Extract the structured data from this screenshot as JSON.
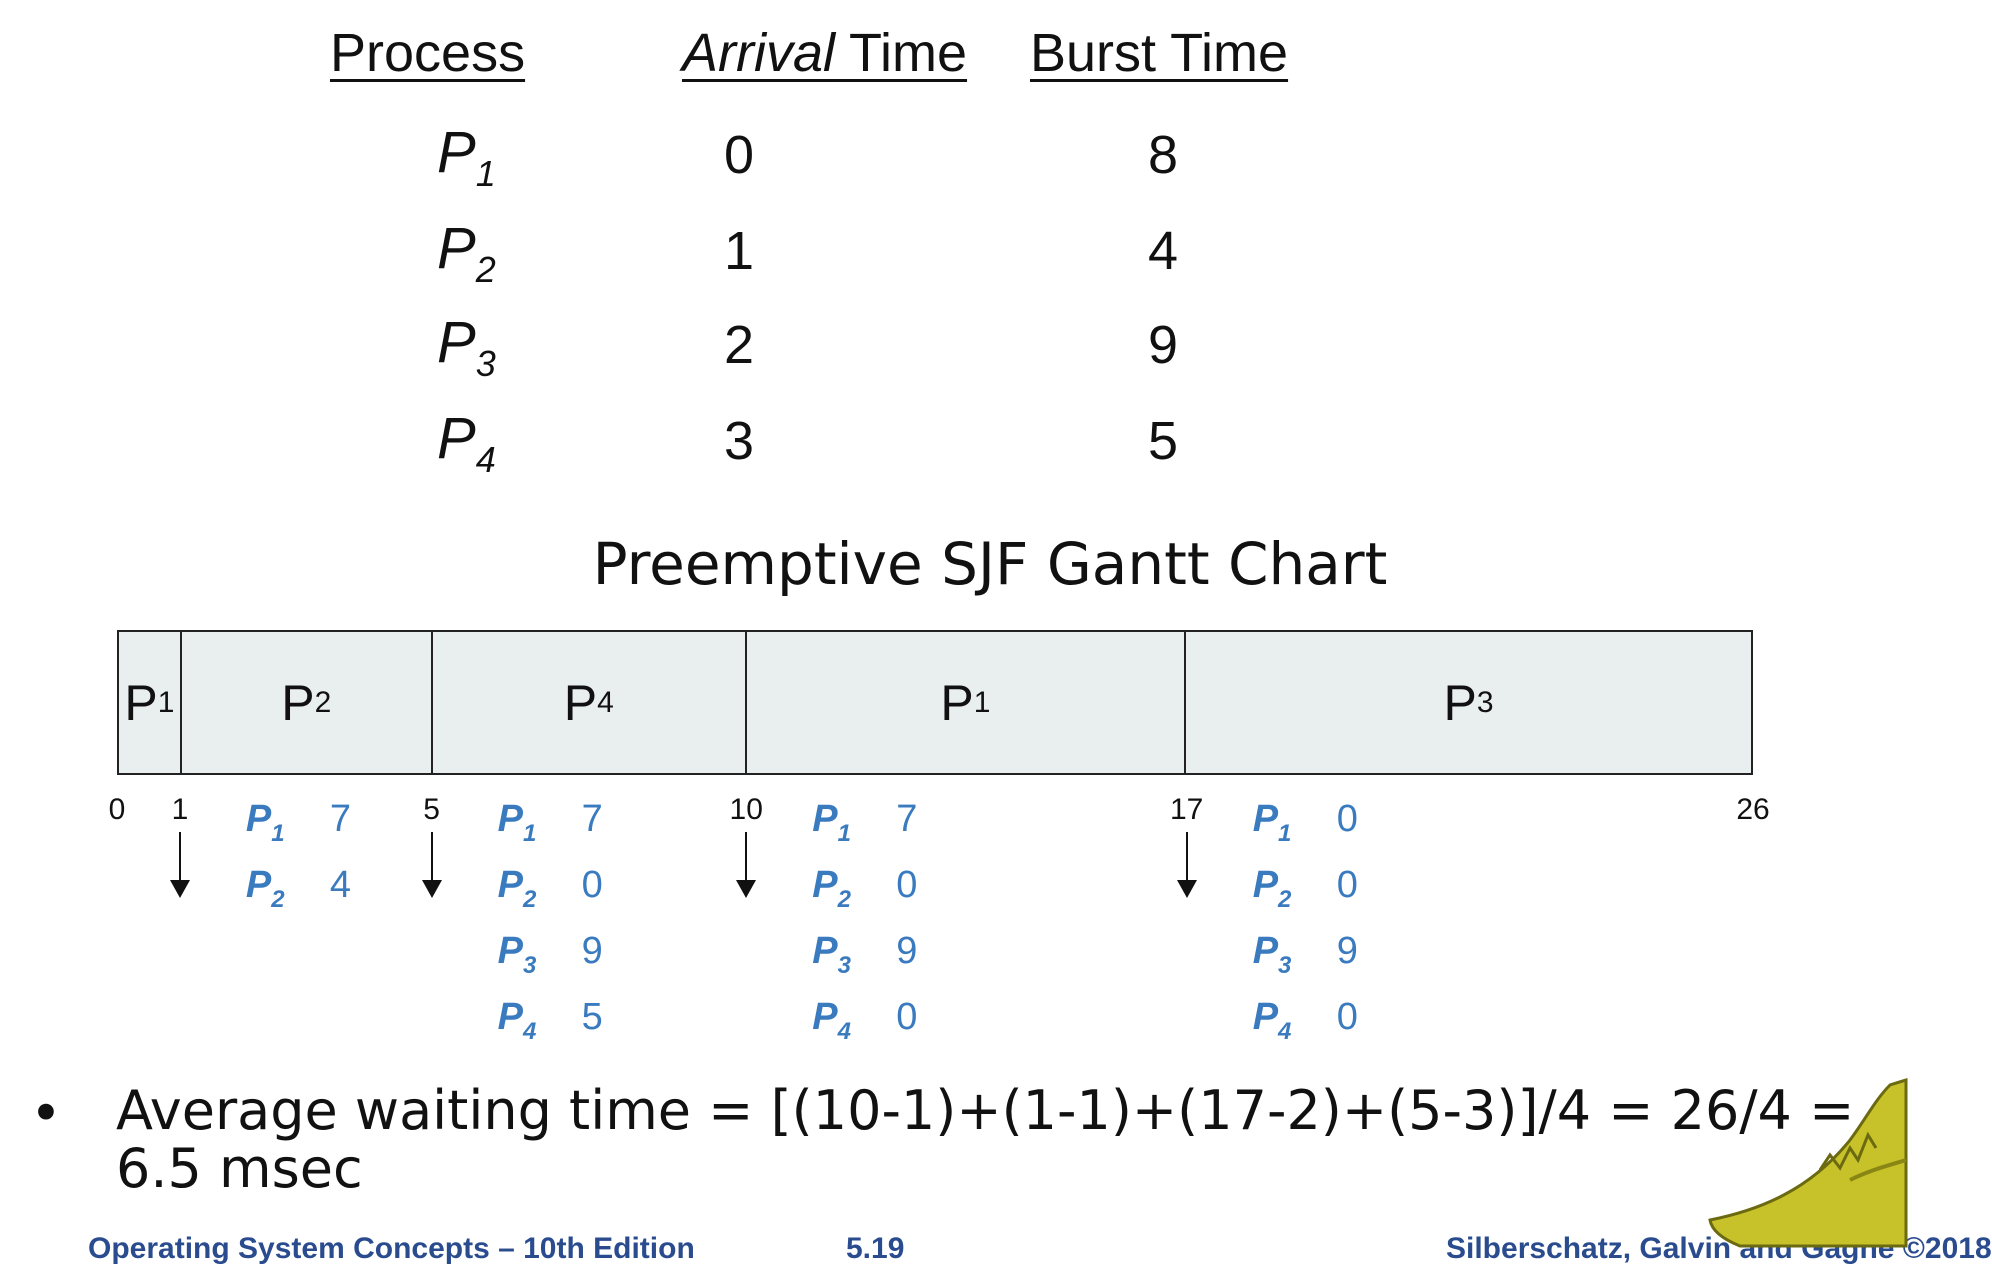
{
  "table": {
    "headers": {
      "process": "Process",
      "arrival_italic": "Arrival",
      "arrival_rest": " Time",
      "burst": "Burst Time"
    },
    "rows": [
      {
        "name": "P",
        "sub": "1",
        "arrival": "0",
        "burst": "8"
      },
      {
        "name": "P",
        "sub": "2",
        "arrival": "1",
        "burst": "4"
      },
      {
        "name": "P",
        "sub": "3",
        "arrival": "2",
        "burst": "9"
      },
      {
        "name": "P",
        "sub": "4",
        "arrival": "3",
        "burst": "5"
      }
    ]
  },
  "gantt": {
    "title": "Preemptive SJF Gantt Chart",
    "segments": [
      {
        "name": "P",
        "sub": "1",
        "start": 0,
        "end": 1
      },
      {
        "name": "P",
        "sub": "2",
        "start": 1,
        "end": 5
      },
      {
        "name": "P",
        "sub": "4",
        "start": 5,
        "end": 10
      },
      {
        "name": "P",
        "sub": "1",
        "start": 10,
        "end": 17
      },
      {
        "name": "P",
        "sub": "3",
        "start": 17,
        "end": 26
      }
    ],
    "ticks": [
      "0",
      "1",
      "5",
      "10",
      "17",
      "26"
    ],
    "remaining": [
      {
        "at": 1,
        "items": [
          {
            "p": "P",
            "sub": "1",
            "v": "7"
          },
          {
            "p": "P",
            "sub": "2",
            "v": "4"
          }
        ]
      },
      {
        "at": 5,
        "items": [
          {
            "p": "P",
            "sub": "1",
            "v": "7"
          },
          {
            "p": "P",
            "sub": "2",
            "v": "0"
          },
          {
            "p": "P",
            "sub": "3",
            "v": "9"
          },
          {
            "p": "P",
            "sub": "4",
            "v": "5"
          }
        ]
      },
      {
        "at": 10,
        "items": [
          {
            "p": "P",
            "sub": "1",
            "v": "7"
          },
          {
            "p": "P",
            "sub": "2",
            "v": "0"
          },
          {
            "p": "P",
            "sub": "3",
            "v": "9"
          },
          {
            "p": "P",
            "sub": "4",
            "v": "0"
          }
        ]
      },
      {
        "at": 17,
        "items": [
          {
            "p": "P",
            "sub": "1",
            "v": "0"
          },
          {
            "p": "P",
            "sub": "2",
            "v": "0"
          },
          {
            "p": "P",
            "sub": "3",
            "v": "9"
          },
          {
            "p": "P",
            "sub": "4",
            "v": "0"
          }
        ]
      }
    ]
  },
  "summary": {
    "bullet": "•",
    "text": "Average waiting time = [(10-1)+(1-1)+(17-2)+(5-3)]/4 = 26/4 = 6.5 msec"
  },
  "footer": {
    "left": "Operating System Concepts – 10th Edition",
    "center": "5.19",
    "right": "Silberschatz, Galvin and Gagne ©2018"
  },
  "colors": {
    "accent": "#3a7bbf",
    "gantt_fill": "#e9eeee",
    "footer": "#2a4c8f"
  }
}
